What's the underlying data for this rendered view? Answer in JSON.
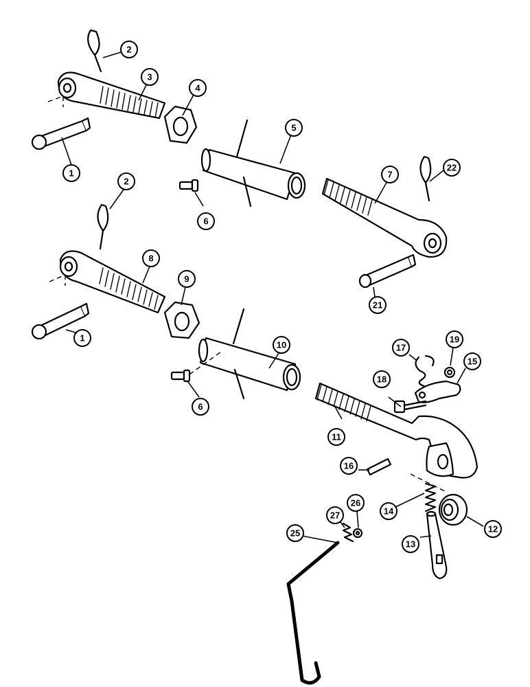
{
  "callouts": {
    "c1a": "1",
    "c1b": "1",
    "c2a": "2",
    "c2b": "2",
    "c3": "3",
    "c4": "4",
    "c5": "5",
    "c6a": "6",
    "c6b": "6",
    "c7": "7",
    "c8": "8",
    "c9": "9",
    "c10": "10",
    "c11": "11",
    "c12": "12",
    "c13": "13",
    "c14": "14",
    "c15": "15",
    "c16": "16",
    "c17": "17",
    "c18": "18",
    "c19": "19",
    "c21": "21",
    "c22": "22",
    "c25": "25",
    "c26": "26",
    "c27": "27"
  }
}
